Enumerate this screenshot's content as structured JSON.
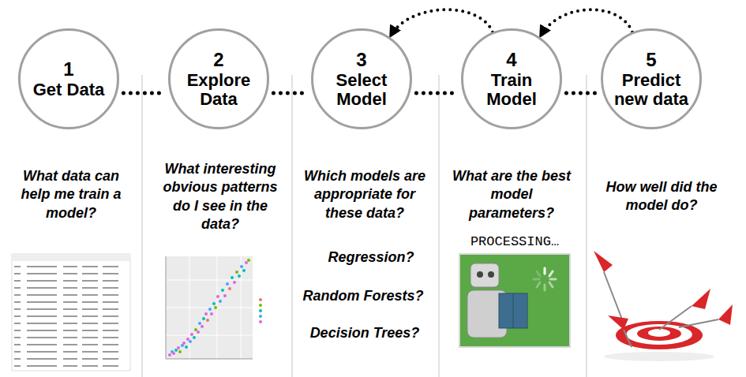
{
  "diagram": {
    "nodes": [
      {
        "text": [
          "1",
          "Get Data"
        ]
      },
      {
        "text": [
          "2",
          "Explore Data"
        ]
      },
      {
        "text": [
          "3",
          "Select Model"
        ]
      },
      {
        "text": [
          "4",
          "Train Model"
        ]
      },
      {
        "text": [
          "5",
          "Predict new data"
        ]
      }
    ],
    "edges": [
      {
        "from": 0,
        "to": 1,
        "arrow": "none"
      },
      {
        "from": 1,
        "to": 2,
        "arrow": "none"
      },
      {
        "from": 2,
        "to": 3,
        "arrow": "none"
      },
      {
        "from": 3,
        "to": 4,
        "arrow": "none"
      },
      {
        "from": 3,
        "to": 2,
        "arrow": "to"
      },
      {
        "from": 4,
        "to": 3,
        "arrow": "to"
      }
    ],
    "labels": [
      "What data can help me train a model?",
      "What interesting obvious patterns do I see in the data?",
      "Which models are appropriate for these data?",
      "Regression?",
      "Random Forests?",
      "Decision Trees?",
      "What are the best model parameters?",
      "PROCESSING…",
      "How well did the model do?"
    ]
  }
}
